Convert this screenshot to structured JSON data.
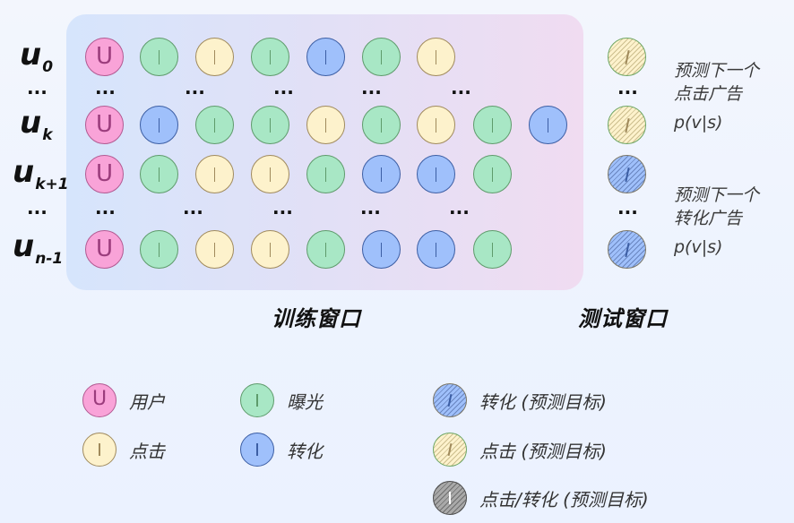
{
  "diagram": {
    "training_window_label": "训练窗口",
    "test_window_label": "测试窗口",
    "ellipsis": "...",
    "rows": [
      {
        "label_main": "u",
        "label_sub": "0",
        "items": [
          "exposure",
          "click",
          "exposure",
          "conversion",
          "exposure",
          "click"
        ],
        "targets": [
          "click-target"
        ]
      },
      {
        "label_main": "u",
        "label_sub": "k",
        "items": [
          "conversion",
          "exposure",
          "exposure",
          "click",
          "exposure",
          "click",
          "exposure",
          "conversion"
        ],
        "targets": [
          "click-target"
        ]
      },
      {
        "label_main": "u",
        "label_sub": "k+1",
        "items": [
          "exposure",
          "click",
          "click",
          "exposure",
          "conversion",
          "conversion",
          "exposure"
        ],
        "targets": [
          "conversion-target"
        ]
      },
      {
        "label_main": "u",
        "label_sub": "n-1",
        "items": [
          "exposure",
          "click",
          "click",
          "exposure",
          "conversion",
          "conversion",
          "exposure"
        ],
        "targets": [
          "conversion-target"
        ]
      }
    ],
    "user_glyph": "U",
    "side_click": {
      "line1": "预测下一个",
      "line2": "点击广告",
      "formula": "p(v|s)"
    },
    "side_conversion": {
      "line1": "预测下一个",
      "line2": "转化广告",
      "formula": "p(v|s)"
    }
  },
  "legend": {
    "user": "用户",
    "exposure": "曝光",
    "click": "点击",
    "conversion": "转化",
    "conversion_target": "转化 (预测目标)",
    "click_target": "点击 (预测目标)",
    "click_conversion_target": "点击/转化 (预测目标)"
  },
  "colors": {
    "user": "#f9a3d8",
    "exposure": "#a8e7c5",
    "click": "#fdf2cc",
    "conversion": "#9fc0fb",
    "target_gray": "#a9a9a9"
  }
}
